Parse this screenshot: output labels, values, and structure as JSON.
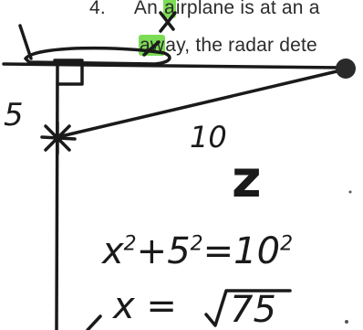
{
  "problem": {
    "number": "4.",
    "line1_start": "An ",
    "line1_hl": "a",
    "line1_end": "irplane is at an a",
    "line2_hl": "aw",
    "line2_end": "ay, the radar dete"
  },
  "handwriting": {
    "vertical_side": "5",
    "hypotenuse": "10",
    "unknown": "z",
    "equation_lhs": "x",
    "equation_exp1": "2",
    "equation_mid": "+5",
    "equation_exp2": "2",
    "equation_eq": "=",
    "equation_rhs": "10",
    "equation_exp3": "2",
    "solution_lhs": "x =",
    "solution_rad": "75"
  },
  "colors": {
    "highlight": "#7ddc55",
    "ink": "#1a1a1a",
    "text": "#2b2b2b"
  }
}
